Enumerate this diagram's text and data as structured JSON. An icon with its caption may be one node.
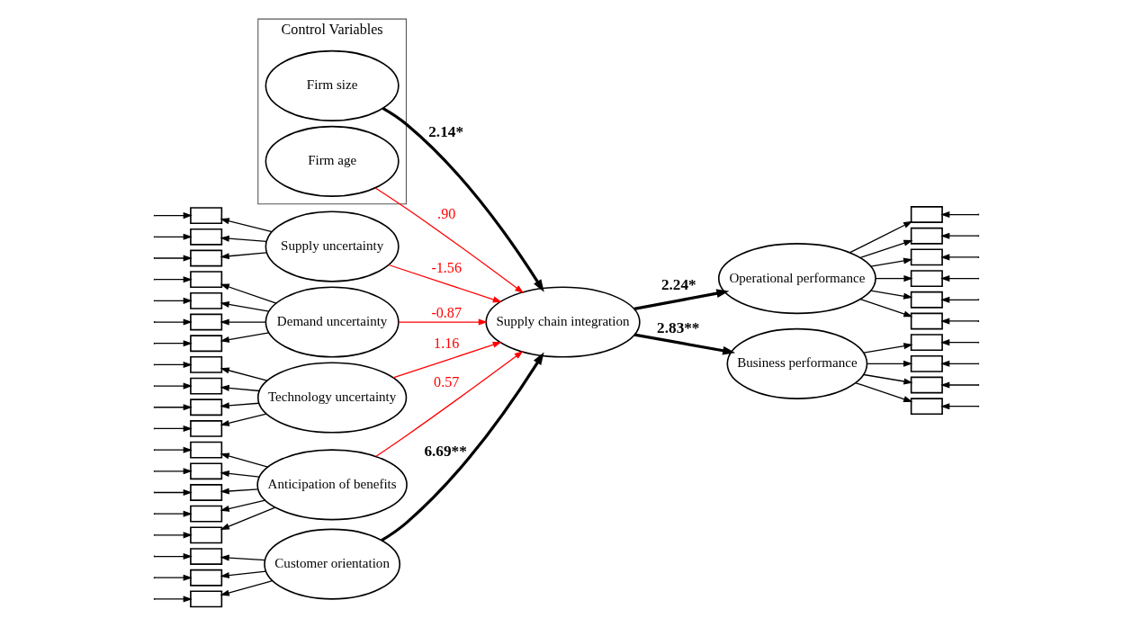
{
  "diagram": {
    "nodes": [
      {
        "text": [
          "Control Variables"
        ]
      },
      {
        "text": [
          "Firm size"
        ],
        "in": 0
      },
      {
        "text": [
          "Firm age"
        ],
        "in": 0
      },
      {
        "text": [
          "Supply uncertainty"
        ]
      },
      {
        "text": [
          "Demand uncertainty"
        ]
      },
      {
        "text": [
          "Technology uncertainty"
        ]
      },
      {
        "text": [
          "Anticipation of benefits"
        ]
      },
      {
        "text": [
          "Customer orientation"
        ]
      },
      {
        "text": [
          "Supply chain integration"
        ]
      },
      {
        "text": [
          "Operational performance"
        ]
      },
      {
        "text": [
          "Business performance"
        ]
      },
      {
        "text": [],
        "shape": "box"
      },
      {
        "text": [],
        "shape": "box"
      },
      {
        "text": [],
        "shape": "box"
      },
      {
        "text": [],
        "shape": "box"
      },
      {
        "text": [],
        "shape": "box"
      },
      {
        "text": [],
        "shape": "box"
      },
      {
        "text": [],
        "shape": "box"
      },
      {
        "text": [],
        "shape": "box"
      },
      {
        "text": [],
        "shape": "box"
      },
      {
        "text": [],
        "shape": "box"
      },
      {
        "text": [],
        "shape": "box"
      },
      {
        "text": [],
        "shape": "box"
      },
      {
        "text": [],
        "shape": "box"
      },
      {
        "text": [],
        "shape": "box"
      },
      {
        "text": [],
        "shape": "box"
      },
      {
        "text": [],
        "shape": "box"
      },
      {
        "text": [],
        "shape": "box"
      },
      {
        "text": [],
        "shape": "box"
      },
      {
        "text": [],
        "shape": "box"
      },
      {
        "text": [],
        "shape": "box"
      },
      {
        "text": [],
        "shape": "box"
      },
      {
        "text": [],
        "shape": "box"
      },
      {
        "text": [],
        "shape": "box"
      },
      {
        "text": [],
        "shape": "box"
      },
      {
        "text": [],
        "shape": "box"
      },
      {
        "text": [],
        "shape": "box"
      },
      {
        "text": [],
        "shape": "box"
      },
      {
        "text": [],
        "shape": "box"
      },
      {
        "text": [],
        "shape": "box"
      }
    ],
    "edges": [
      {
        "from": 1,
        "to": 8,
        "arrow": "to",
        "label": "2.14*",
        "style": "thick"
      },
      {
        "from": 2,
        "to": 8,
        "arrow": "to",
        "label": ".90",
        "color": "#ff0000"
      },
      {
        "from": 3,
        "to": 8,
        "arrow": "to",
        "label": "-1.56",
        "color": "#ff0000"
      },
      {
        "from": 4,
        "to": 8,
        "arrow": "to",
        "label": "-0.87",
        "color": "#ff0000"
      },
      {
        "from": 5,
        "to": 8,
        "arrow": "to",
        "label": "1.16",
        "color": "#ff0000"
      },
      {
        "from": 6,
        "to": 8,
        "arrow": "to",
        "label": "0.57",
        "color": "#ff0000"
      },
      {
        "from": 7,
        "to": 8,
        "arrow": "to",
        "label": "6.69**",
        "style": "thick"
      },
      {
        "from": 8,
        "to": 9,
        "arrow": "to",
        "label": "2.24*",
        "style": "thick"
      },
      {
        "from": 8,
        "to": 10,
        "arrow": "to",
        "label": "2.83**",
        "style": "thick"
      },
      {
        "from": 3,
        "to": 11,
        "arrow": "to"
      },
      {
        "from": 3,
        "to": 12,
        "arrow": "to"
      },
      {
        "from": 3,
        "to": 13,
        "arrow": "to"
      },
      {
        "from": 4,
        "to": 14,
        "arrow": "to"
      },
      {
        "from": 4,
        "to": 15,
        "arrow": "to"
      },
      {
        "from": 4,
        "to": 16,
        "arrow": "to"
      },
      {
        "from": 4,
        "to": 17,
        "arrow": "to"
      },
      {
        "from": 5,
        "to": 18,
        "arrow": "to"
      },
      {
        "from": 5,
        "to": 19,
        "arrow": "to"
      },
      {
        "from": 5,
        "to": 20,
        "arrow": "to"
      },
      {
        "from": 5,
        "to": 21,
        "arrow": "to"
      },
      {
        "from": 6,
        "to": 22,
        "arrow": "to"
      },
      {
        "from": 6,
        "to": 23,
        "arrow": "to"
      },
      {
        "from": 6,
        "to": 24,
        "arrow": "to"
      },
      {
        "from": 6,
        "to": 25,
        "arrow": "to"
      },
      {
        "from": 6,
        "to": 26,
        "arrow": "to"
      },
      {
        "from": 7,
        "to": 27,
        "arrow": "to"
      },
      {
        "from": 7,
        "to": 28,
        "arrow": "to"
      },
      {
        "from": 7,
        "to": 29,
        "arrow": "to"
      },
      {
        "from": 9,
        "to": 30,
        "arrow": "to"
      },
      {
        "from": 9,
        "to": 31,
        "arrow": "to"
      },
      {
        "from": 9,
        "to": 32,
        "arrow": "to"
      },
      {
        "from": 9,
        "to": 33,
        "arrow": "to"
      },
      {
        "from": 9,
        "to": 34,
        "arrow": "to"
      },
      {
        "from": 9,
        "to": 35,
        "arrow": "to"
      },
      {
        "from": 10,
        "to": 36,
        "arrow": "to"
      },
      {
        "from": 10,
        "to": 37,
        "arrow": "to"
      },
      {
        "from": 10,
        "to": 38,
        "arrow": "to"
      },
      {
        "from": 10,
        "to": 39,
        "arrow": "to"
      },
      {
        "from": null,
        "to": 11,
        "arrow": "to"
      },
      {
        "from": null,
        "to": 12,
        "arrow": "to"
      },
      {
        "from": null,
        "to": 13,
        "arrow": "to"
      },
      {
        "from": null,
        "to": 14,
        "arrow": "to"
      },
      {
        "from": null,
        "to": 15,
        "arrow": "to"
      },
      {
        "from": null,
        "to": 16,
        "arrow": "to"
      },
      {
        "from": null,
        "to": 17,
        "arrow": "to"
      },
      {
        "from": null,
        "to": 18,
        "arrow": "to"
      },
      {
        "from": null,
        "to": 19,
        "arrow": "to"
      },
      {
        "from": null,
        "to": 20,
        "arrow": "to"
      },
      {
        "from": null,
        "to": 21,
        "arrow": "to"
      },
      {
        "from": null,
        "to": 22,
        "arrow": "to"
      },
      {
        "from": null,
        "to": 23,
        "arrow": "to"
      },
      {
        "from": null,
        "to": 24,
        "arrow": "to"
      },
      {
        "from": null,
        "to": 25,
        "arrow": "to"
      },
      {
        "from": null,
        "to": 26,
        "arrow": "to"
      },
      {
        "from": null,
        "to": 27,
        "arrow": "to"
      },
      {
        "from": null,
        "to": 28,
        "arrow": "to"
      },
      {
        "from": null,
        "to": 29,
        "arrow": "to"
      },
      {
        "from": null,
        "to": 30,
        "arrow": "to"
      },
      {
        "from": null,
        "to": 31,
        "arrow": "to"
      },
      {
        "from": null,
        "to": 32,
        "arrow": "to"
      },
      {
        "from": null,
        "to": 33,
        "arrow": "to"
      },
      {
        "from": null,
        "to": 34,
        "arrow": "to"
      },
      {
        "from": null,
        "to": 35,
        "arrow": "to"
      },
      {
        "from": null,
        "to": 36,
        "arrow": "to"
      },
      {
        "from": null,
        "to": 37,
        "arrow": "to"
      },
      {
        "from": null,
        "to": 38,
        "arrow": "to"
      },
      {
        "from": null,
        "to": 39,
        "arrow": "to"
      }
    ]
  }
}
